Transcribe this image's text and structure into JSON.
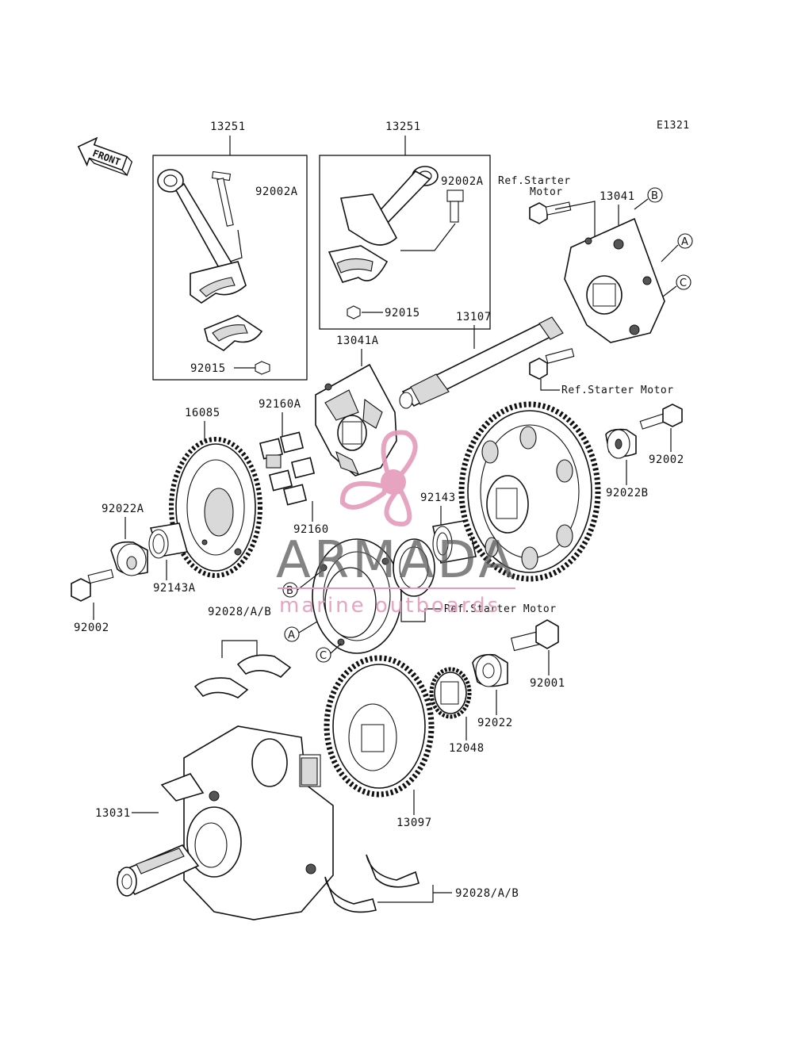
{
  "diagram_code": "E1321",
  "front_label": "FRONT",
  "parts": {
    "rod_left_box": "13251",
    "rod_right_box": "13251",
    "bolt_left": "92002A",
    "bolt_right": "92002A",
    "nut_left": "92015",
    "nut_right": "92015",
    "starter_clutch_gear": "13041",
    "starter_clutch_shaft": "13107",
    "starter_clutch_a": "13041A",
    "balancer_gear": "16085",
    "damper_a": "92160A",
    "damper": "92160",
    "collar_left": "92022A",
    "collar_bushing_left": "92143A",
    "bolt_left_lower": "92002",
    "bushing": "92143",
    "collar_right": "92022B",
    "bolt_right_upper": "92002",
    "bearing_insert_top": "92028/A/B",
    "bolt_lower_right": "92001",
    "washer_lower_right": "92022",
    "small_gear": "12048",
    "large_gear": "13097",
    "crankshaft": "13031",
    "bearing_insert_bottom": "92028/A/B"
  },
  "refs": {
    "starter_motor_top_line1": "Ref.Starter",
    "starter_motor_top_line2": "Motor",
    "starter_motor_mid": "Ref.Starter Motor",
    "starter_motor_low": "Ref.Starter Motor"
  },
  "letters": {
    "a": "A",
    "b": "B",
    "c": "C"
  },
  "watermark": {
    "brand": "ARMADA",
    "tagline": "marine outboards",
    "accent": "#e59bbb",
    "gray": "#5a5a5a"
  }
}
